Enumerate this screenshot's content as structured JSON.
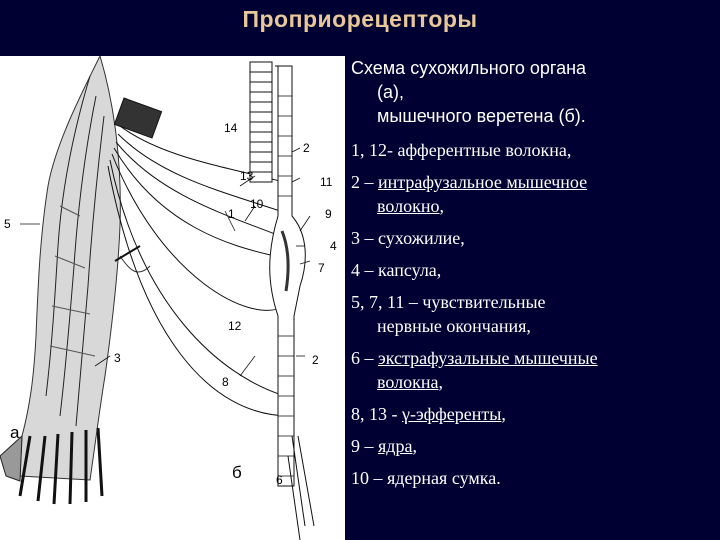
{
  "title": "Проприорецепторы",
  "figure": {
    "labels": {
      "n14": "14",
      "n2a": "2",
      "n13": "13",
      "n11": "11",
      "n10": "10",
      "n9": "9",
      "n1": "1",
      "n5": "5",
      "n4": "4",
      "n7": "7",
      "n12": "12",
      "n3": "3",
      "n2b": "2",
      "n8": "8",
      "n6": "6",
      "a": "а",
      "b": "б"
    }
  },
  "caption": {
    "heading": [
      "Схема сухожильного органа",
      "(а),",
      "мышечного веретена (б)."
    ],
    "l1": "1, 12- афферентные волокна,",
    "l2_pre": "2 – ",
    "l2_u": "интрафузальное мышечное",
    "l2b_u": "волокно",
    "l2b_post": ",",
    "l3": "3 – сухожилие,",
    "l4": "4 – капсула,",
    "l5": "5, 7, 11 – чувствительные",
    "l5b": "нервные окончания,",
    "l6_pre": "6 – ",
    "l6_u": "экстрафузальные мышечные",
    "l6b_u": "волокна",
    "l6b_post": ",",
    "l8_pre": "8, 13 - ",
    "l8_u": "γ-эфференты",
    "l8_post": ",",
    "l9_pre": "9 – ",
    "l9_u": "ядра",
    "l9_post": ",",
    "l10": "10 – ядерная сумка."
  }
}
